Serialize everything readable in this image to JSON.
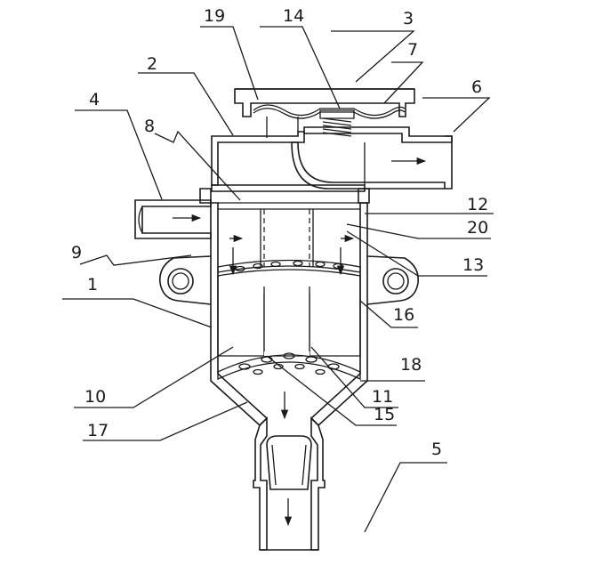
{
  "figure": {
    "stroke_color": "#1a1a1a",
    "background": "#ffffff",
    "labels": [
      {
        "id": "1",
        "text": "1"
      },
      {
        "id": "2",
        "text": "2"
      },
      {
        "id": "3",
        "text": "3"
      },
      {
        "id": "4",
        "text": "4"
      },
      {
        "id": "5",
        "text": "5"
      },
      {
        "id": "6",
        "text": "6"
      },
      {
        "id": "7",
        "text": "7"
      },
      {
        "id": "8",
        "text": "8"
      },
      {
        "id": "9",
        "text": "9"
      },
      {
        "id": "10",
        "text": "10"
      },
      {
        "id": "11",
        "text": "11"
      },
      {
        "id": "12",
        "text": "12"
      },
      {
        "id": "13",
        "text": "13"
      },
      {
        "id": "14",
        "text": "14"
      },
      {
        "id": "15",
        "text": "15"
      },
      {
        "id": "16",
        "text": "16"
      },
      {
        "id": "17",
        "text": "17"
      },
      {
        "id": "18",
        "text": "18"
      },
      {
        "id": "19",
        "text": "19"
      },
      {
        "id": "20",
        "text": "20"
      }
    ]
  }
}
